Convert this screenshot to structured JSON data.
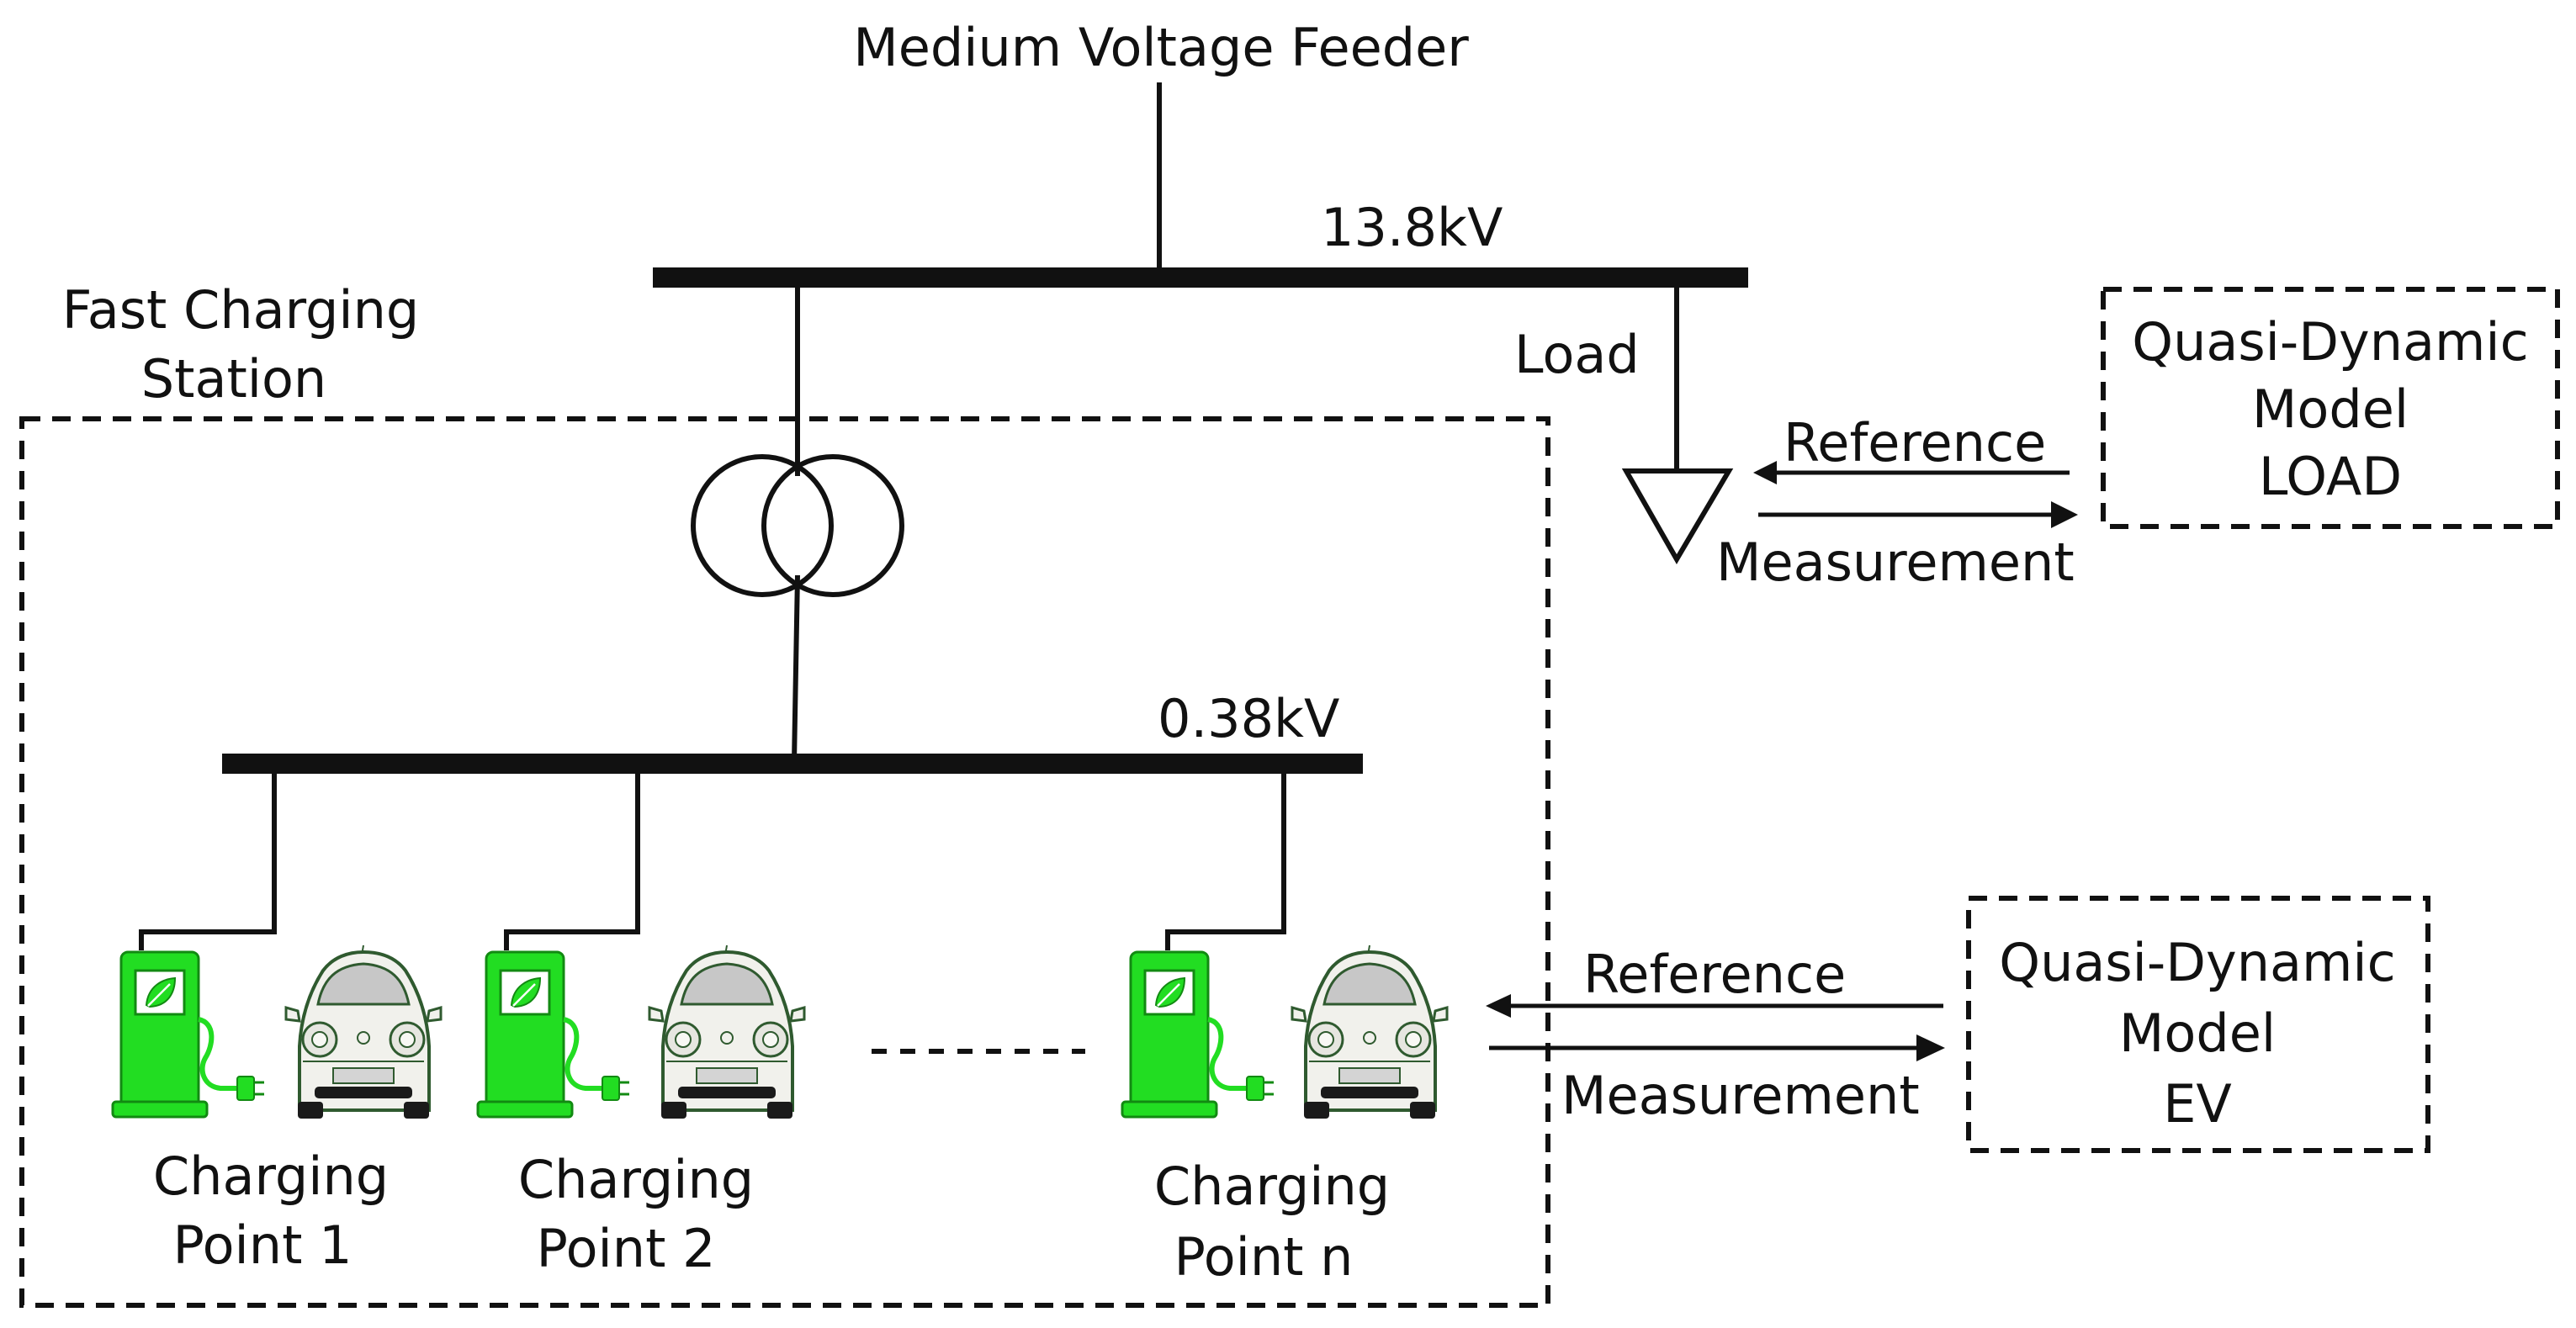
{
  "feeder": {
    "label": "Medium Voltage Feeder"
  },
  "mv_bus": {
    "voltage": "13.8kV"
  },
  "lv_bus": {
    "voltage": "0.38kV"
  },
  "load": {
    "label": "Load"
  },
  "station": {
    "label_line1": "Fast Charging",
    "label_line2": "Station"
  },
  "charging_points": [
    {
      "line1": "Charging",
      "line2": "Point 1"
    },
    {
      "line1": "Charging",
      "line2": "Point 2"
    },
    {
      "line1": "Charging",
      "line2": "Point n"
    }
  ],
  "load_model": {
    "line1": "Quasi-Dynamic",
    "line2": "Model",
    "line3": "LOAD",
    "reference": "Reference",
    "measurement": "Measurement"
  },
  "ev_model": {
    "line1": "Quasi-Dynamic",
    "line2": "Model",
    "line3": "EV",
    "reference": "Reference",
    "measurement": "Measurement"
  },
  "colors": {
    "charger_green": "#22dd22",
    "charger_dark": "#128a12",
    "car_body": "#f1f1ec",
    "car_outline": "#2f5a2f",
    "line": "#111111"
  },
  "icons": {
    "charger": "ev-charger-icon",
    "car": "electric-car-icon",
    "plug": "plug-icon",
    "leaf": "leaf-icon",
    "transformer": "transformer-symbol",
    "load": "load-triangle-symbol"
  }
}
